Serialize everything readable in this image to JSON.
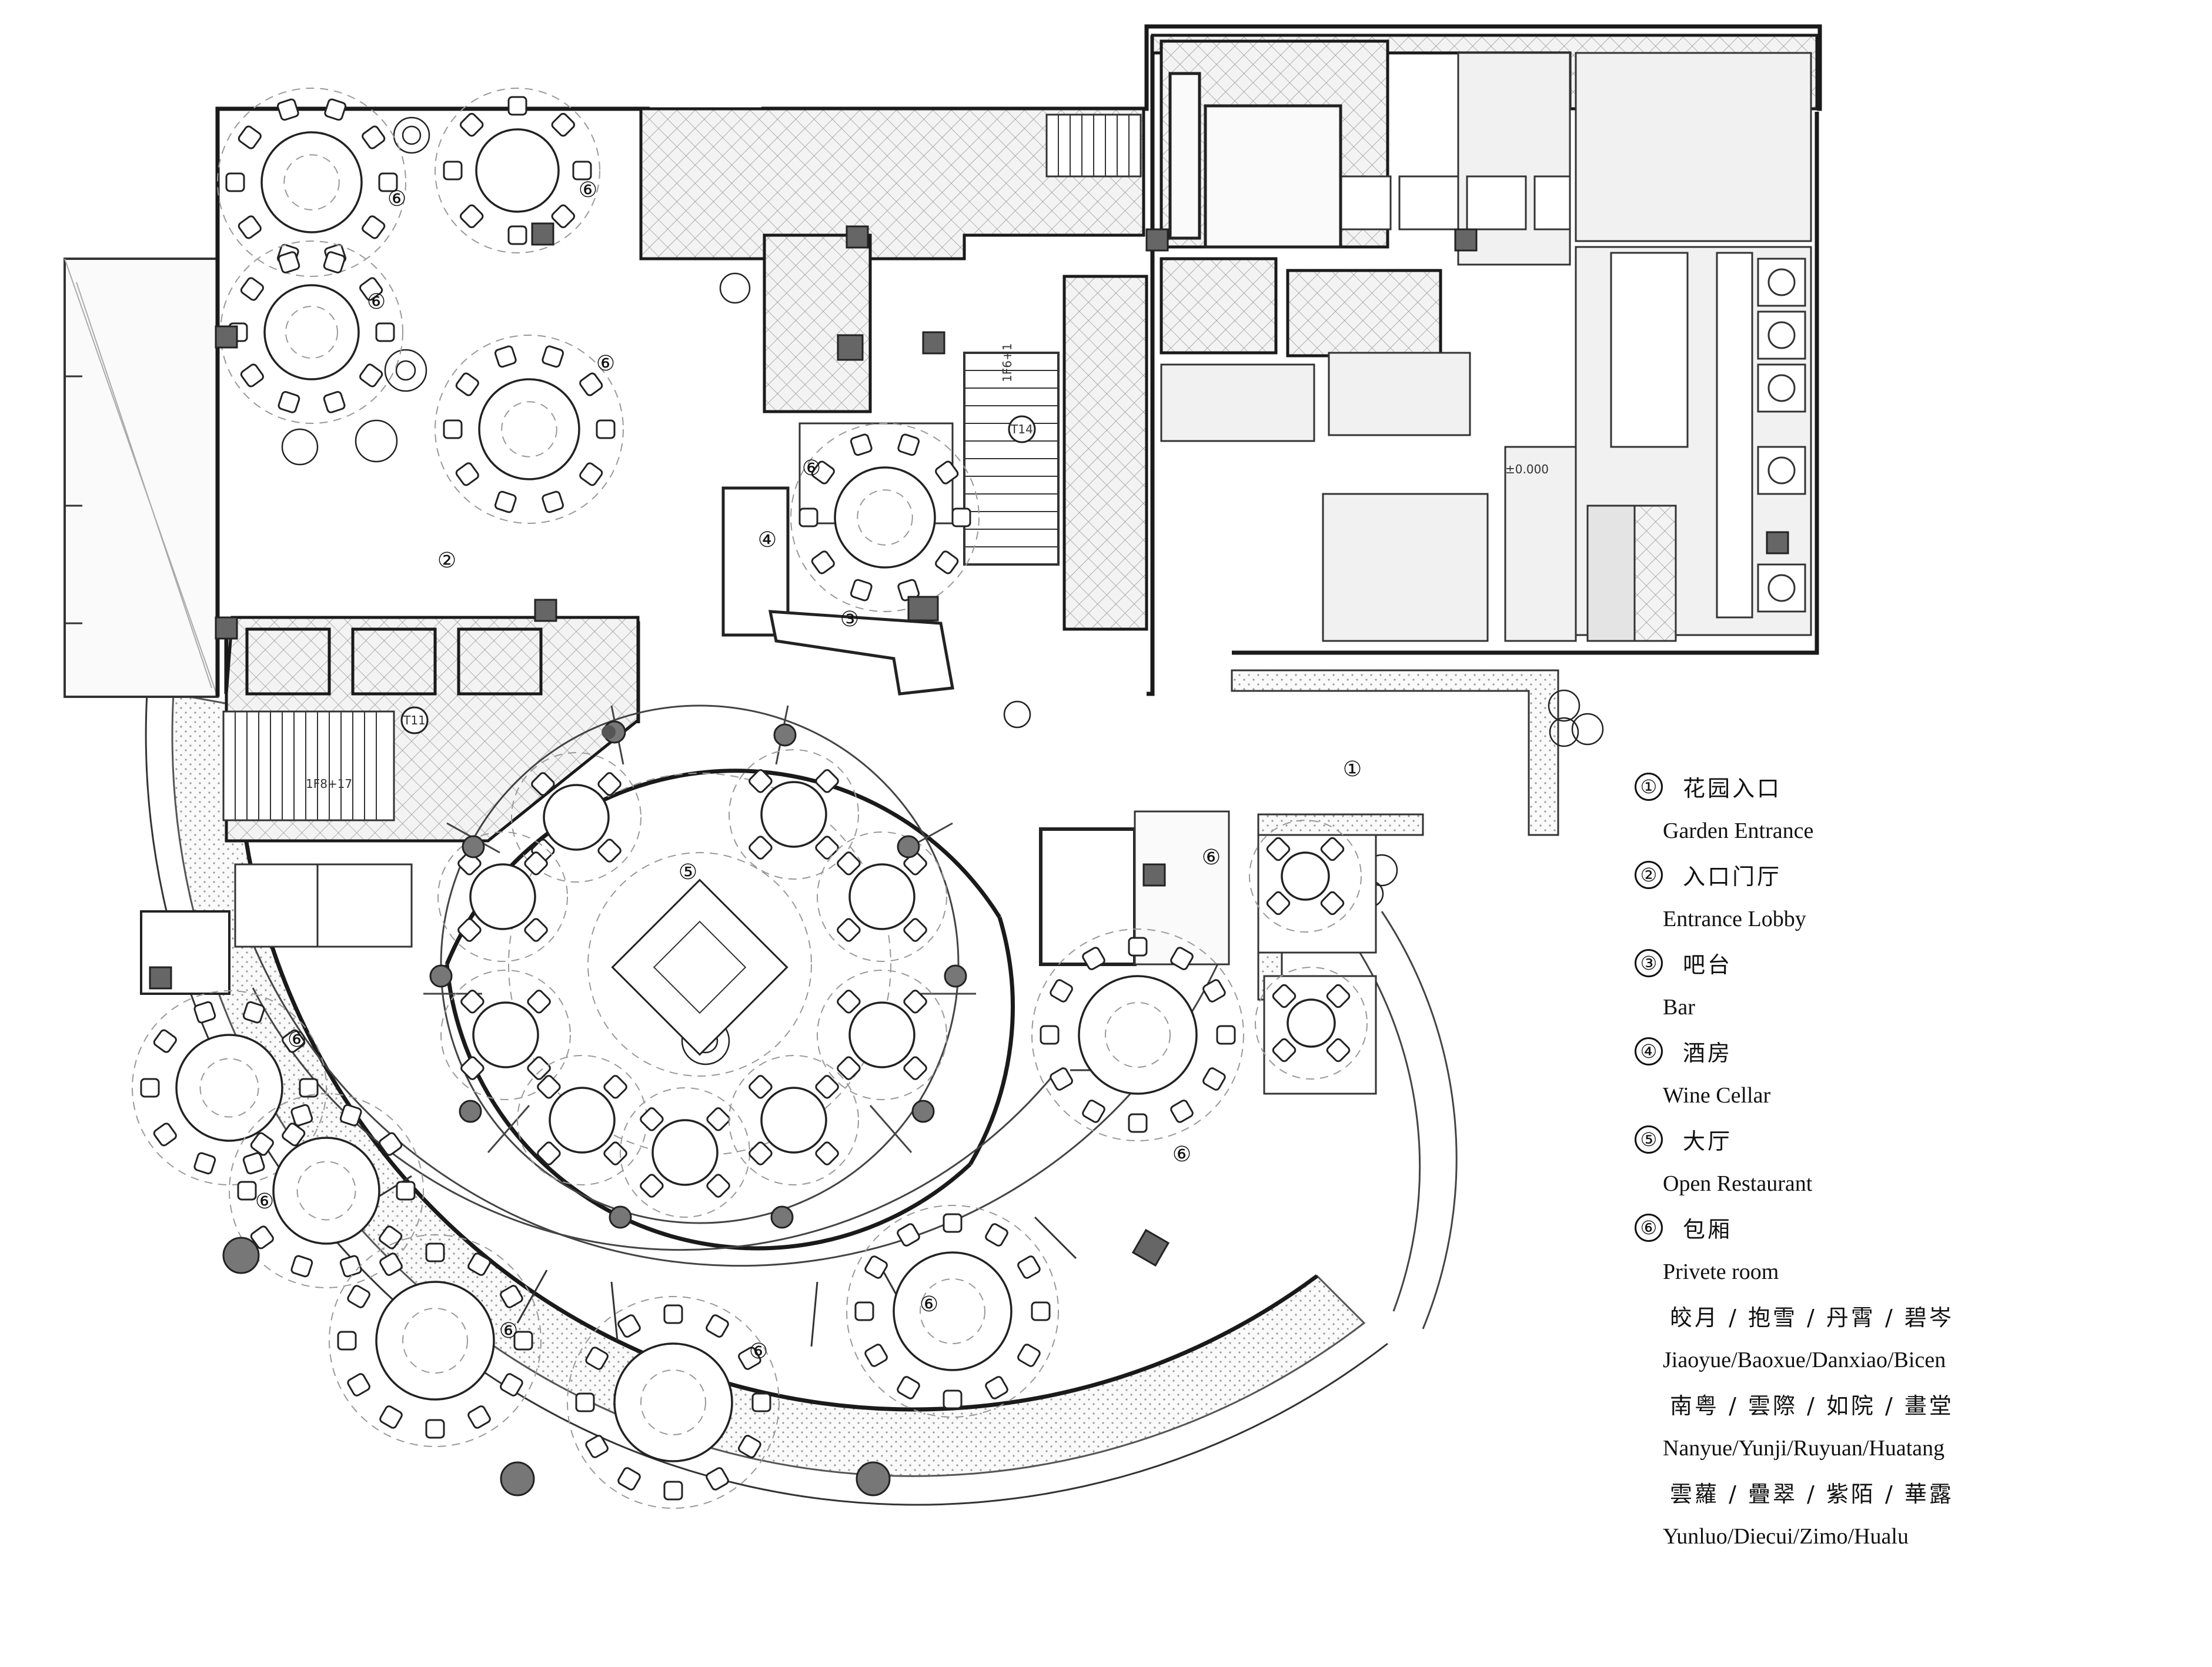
{
  "markers": {
    "garden_entrance": "①",
    "lobby": "②",
    "bar": "③",
    "wine_cellar": "④",
    "open_restaurant": "⑤",
    "private_room": "⑥"
  },
  "plan_labels": {
    "stair_a": "T11",
    "stair_b": "T14",
    "elevator_note_a": "1F8+17",
    "elevator_note_b": "1F6+1",
    "level_mark": "±0.000"
  },
  "legend": {
    "items": [
      {
        "num": "①",
        "cn": "花园入口",
        "en": "Garden Entrance"
      },
      {
        "num": "②",
        "cn": "入口门厅",
        "en": "Entrance Lobby"
      },
      {
        "num": "③",
        "cn": "吧台",
        "en": "Bar"
      },
      {
        "num": "④",
        "cn": "酒房",
        "en": "Wine Cellar"
      },
      {
        "num": "⑤",
        "cn": "大厅",
        "en": "Open Restaurant"
      },
      {
        "num": "⑥",
        "cn": "包厢",
        "en": "Privete room"
      }
    ],
    "room_names": [
      {
        "cn": "皎月 / 抱雪 / 丹霄 / 碧岑",
        "en": "Jiaoyue/Baoxue/Danxiao/Bicen"
      },
      {
        "cn": "南粤 / 雲際 / 如院 / 畫堂",
        "en": "Nanyue/Yunji/Ruyuan/Huatang"
      },
      {
        "cn": "雲蘿 / 疊翠 / 紫陌 / 華露",
        "en": "Yunluo/Diecui/Zimo/Hualu"
      }
    ]
  },
  "colors": {
    "line": "#1a1a1a",
    "hatch": "#9a9a9a",
    "column": "#777777",
    "background": "#ffffff"
  }
}
